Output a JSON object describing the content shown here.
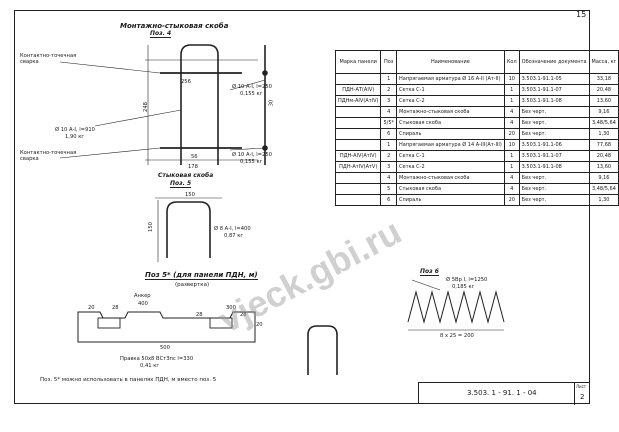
{
  "sheet_number": "15",
  "poz4": {
    "title": "Монтажно-стыковая скоба",
    "label": "Поз. 4",
    "dim_top": "256",
    "dim_bottom": "56",
    "dim_height": "248",
    "dim_width": "178",
    "dim_side": "30",
    "callout_left_top": "Контактно-точечная сварка",
    "callout_left_bottom": "Контактно-точечная сварка",
    "rebar_left": "Ø 10 А-I, l=910",
    "rebar_left_mass": "1,90 кг",
    "rebar_right_top": "Ø 10 А-I, l=250",
    "rebar_right_top_mass": "0,155 кг",
    "rebar_right_bottom": "Ø 10 А-I, l=250",
    "rebar_right_bottom_mass": "0,155 кг"
  },
  "poz5": {
    "title": "Стыковая скоба",
    "label": "Поз. 5",
    "dim_width": "150",
    "dim_height": "150",
    "rebar": "Ø 8 А-I, l=400",
    "rebar_mass": "0,87 кг"
  },
  "poz5a": {
    "title": "Поз 5* (для панели ПДН, м)",
    "subtitle": "(развертка)",
    "dims": [
      "20",
      "28",
      "Анкер",
      "400",
      "300",
      "28",
      "28",
      "500",
      "20"
    ],
    "bend_label": "Правка 50х8 ВСтЗпс l=330",
    "mass": "0,41 кг"
  },
  "poz6": {
    "label": "Поз 6",
    "rebar": "Ø 5Вр I, l=1250",
    "mass": "0,185 кг",
    "dim": "8 х 25 = 200"
  },
  "note": "Поз. 5* можно использовать в панелях ПДН, м вместо поз. 5",
  "stamp": {
    "code": "3.503. 1 - 91. 1 - 04",
    "sheet_label": "Лист",
    "sheet_value": "2"
  },
  "watermark": "vjeck.gbi.ru",
  "table": {
    "headers": [
      "Марка панели",
      "Поз",
      "Наименование",
      "Кол",
      "Обозначение документа",
      "Масса, кг"
    ],
    "rows": [
      [
        "",
        "1",
        "Напрягаемая арматура Ø 16 А-II (Ат-II)",
        "10",
        "3.503.1-91.1-05",
        "33,18"
      ],
      [
        "ПДН-АТ(АIV)",
        "2",
        "Сетка С-1",
        "1",
        "3.503.1-91.1-07",
        "20,48"
      ],
      [
        "ПДНм-АIV(АтIV)",
        "3",
        "Сетка С-2",
        "1",
        "3.503.1-91.1-08",
        "13,60"
      ],
      [
        "",
        "4",
        "Монтажно-стыковая скоба",
        "4",
        "Без черт.",
        "9,16"
      ],
      [
        "",
        "5/5*",
        "Стыковая скоба",
        "4",
        "Без черт.",
        "3,48/5,64"
      ],
      [
        "",
        "6",
        "Спираль",
        "20",
        "Без черт.",
        "1,30"
      ],
      [
        "",
        "1",
        "Напрягаемая арматура Ø 14 А-III(Ат-III)",
        "10",
        "3.503.1-91.1-06",
        "77,68"
      ],
      [
        "ПДН-АIV(АтIV)",
        "2",
        "Сетка С-1",
        "1",
        "3.503.1-91.1-07",
        "20,48"
      ],
      [
        "ПДН-АтIV(АтV)",
        "3",
        "Сетка С-2",
        "1",
        "3.503.1-91.1-08",
        "13,60"
      ],
      [
        "",
        "4",
        "Монтажно-стыковая скоба",
        "4",
        "Без черт.",
        "9,16"
      ],
      [
        "",
        "5",
        "Стыковая скоба",
        "4",
        "Без черт.",
        "3,48/5,64"
      ],
      [
        "",
        "6",
        "Спираль",
        "20",
        "Без черт.",
        "1,30"
      ]
    ]
  }
}
